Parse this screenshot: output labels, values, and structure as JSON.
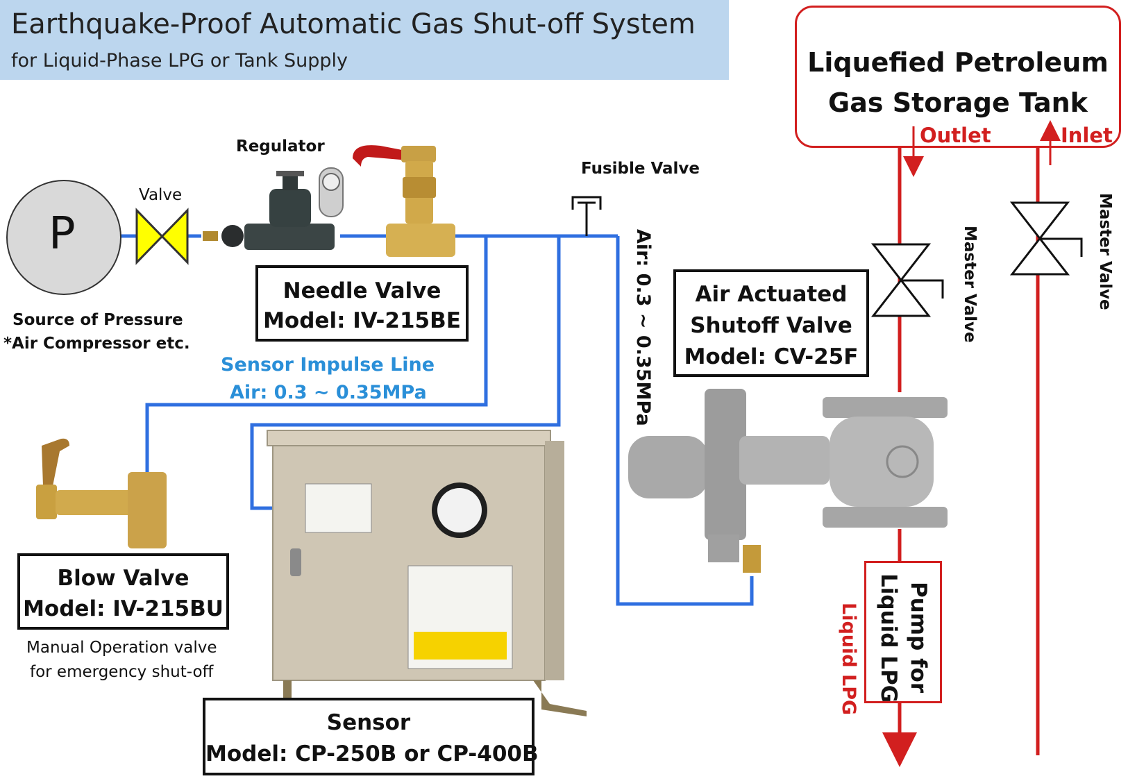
{
  "header": {
    "title": "Earthquake-Proof Automatic Gas Shut-off System",
    "subtitle": "for Liquid-Phase LPG or Tank Supply"
  },
  "source": {
    "symbol": "P",
    "label_line1": "Source of Pressure",
    "label_line2": "*Air Compressor etc."
  },
  "valve_label": "Valve",
  "regulator_label": "Regulator",
  "fusible_valve_label": "Fusible Valve",
  "needle_valve": {
    "line1": "Needle Valve",
    "line2": "Model: IV-215BE"
  },
  "impulse_line": {
    "line1": "Sensor Impulse Line",
    "line2": "Air: 0.3 ~ 0.35MPa"
  },
  "air_pressure_vertical": "Air: 0.3 ~ 0.35MPa",
  "blow_valve": {
    "line1": "Blow Valve",
    "line2": "Model: IV-215BU",
    "note_line1": "Manual Operation valve",
    "note_line2": "for emergency shut-off"
  },
  "sensor": {
    "line1": "Sensor",
    "line2": "Model: CP-250B or CP-400B"
  },
  "shutoff_valve": {
    "line1": "Air Actuated",
    "line2": "Shutoff Valve",
    "line3": "Model: CV-25F"
  },
  "tank": {
    "line1": "Liquefied Petroleum",
    "line2": "Gas Storage Tank",
    "outlet": "Outlet",
    "inlet": "Inlet"
  },
  "master_valve_label": "Master Valve",
  "pump": {
    "line1": "Pump for",
    "line2": "Liquid LPG"
  },
  "liquid_lpg_label": "Liquid LPG",
  "colors": {
    "air_line": "#2f6fe0",
    "lpg_line": "#d21f1f",
    "header_bg": "#bcd6ee",
    "impulse_text": "#2a8fd8",
    "valve_fill": "#ffff00"
  }
}
